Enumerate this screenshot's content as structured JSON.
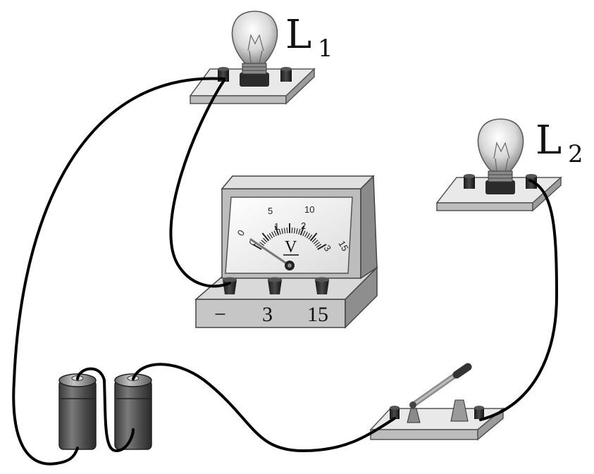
{
  "bulb1": {
    "letter": "L",
    "sub": "1"
  },
  "bulb2": {
    "letter": "L",
    "sub": "2"
  },
  "voltmeter": {
    "unit": "V",
    "terminals": [
      "−",
      "3",
      "15"
    ],
    "scale_top": [
      "0",
      "5",
      "10",
      "15"
    ],
    "scale_bottom": [
      "0",
      "1",
      "2",
      "3"
    ],
    "needle_reading": 0
  }
}
